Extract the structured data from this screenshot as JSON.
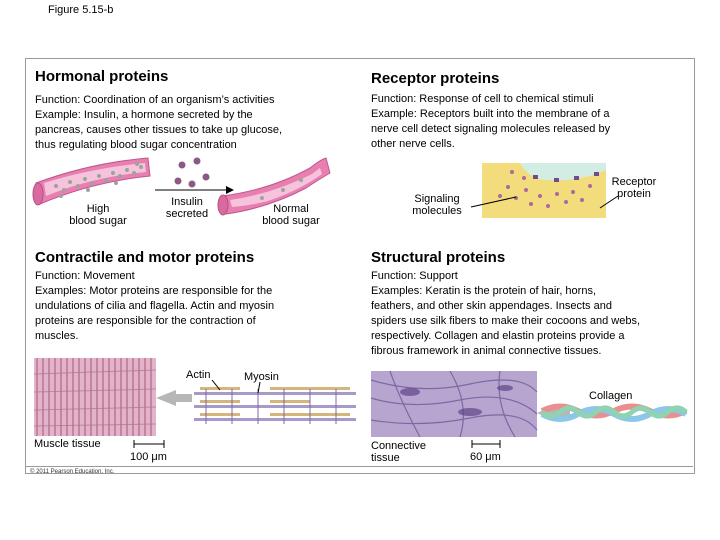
{
  "figure_label": "Figure 5.15-b",
  "copyright": "© 2011 Pearson Education, Inc.",
  "hormonal": {
    "title": "Hormonal proteins",
    "function": "Function: Coordination of an organism’s activities",
    "example_lines": [
      "Example: Insulin, a hormone secreted by the",
      "pancreas, causes other tissues to take up glucose,",
      "thus regulating blood sugar concentration"
    ],
    "label_high": [
      "High",
      "blood sugar"
    ],
    "label_insulin": [
      "Insulin",
      "secreted"
    ],
    "label_normal": [
      "Normal",
      "blood sugar"
    ]
  },
  "receptor": {
    "title": "Receptor proteins",
    "function": "Function: Response of cell to chemical stimuli",
    "example_lines": [
      "Example: Receptors built into the membrane of a",
      "nerve cell detect signaling molecules released by",
      "other nerve cells."
    ],
    "label_signaling": [
      "Signaling",
      "molecules"
    ],
    "label_receptor": [
      "Receptor",
      "protein"
    ]
  },
  "contractile": {
    "title": "Contractile and motor proteins",
    "function": "Function: Movement",
    "example_lines": [
      "Examples: Motor proteins are responsible for the",
      "undulations of cilia and flagella. Actin and myosin",
      "proteins are responsible for the contraction of",
      "muscles."
    ],
    "label_actin": "Actin",
    "label_myosin": "Myosin",
    "label_muscle": "Muscle tissue",
    "scale": "100 μm"
  },
  "structural": {
    "title": "Structural proteins",
    "function": "Function: Support",
    "example_lines": [
      "Examples: Keratin is the protein of hair, horns,",
      "feathers, and other skin appendages. Insects and",
      "spiders use silk fibers to make their cocoons and webs,",
      "respectively. Collagen and elastin proteins provide a",
      "fibrous framework in animal connective tissues."
    ],
    "label_collagen": "Collagen",
    "label_connective": [
      "Connective",
      "tissue"
    ],
    "scale": "60 μm"
  },
  "colors": {
    "vessel_pink": "#e77fb0",
    "vessel_light": "#f6c3dc",
    "glucose_dot": "#9aa59a",
    "insulin_dot": "#8a5a86",
    "membrane_yellow": "#f3dc7c",
    "receptor_teal": "#d3ede4",
    "muscle_pink": "#d9a0be",
    "filament_purple": "#a79ac9",
    "actin_tan": "#d4b57a",
    "connective_purple": "#8f78b2",
    "arrow_grey": "#b7b7b7"
  }
}
